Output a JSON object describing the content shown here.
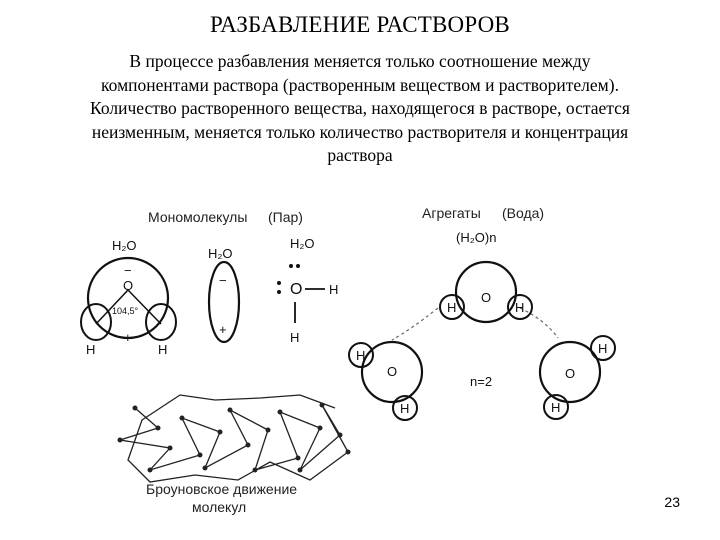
{
  "slide": {
    "title": "РАЗБАВЛЕНИЕ РАСТВОРОВ",
    "paragraph_lines": [
      "В процессе разбавления меняется только соотношение между",
      "компонентами раствора (растворенным веществом и растворителем).",
      "Количество растворенного вещества, находящегося в растворе, остается",
      "неизменным, меняется только количество растворителя и концентрация",
      "раствора"
    ],
    "page_number": "23"
  },
  "figure": {
    "monomolecules_label": "Мономолекулы",
    "vapor_label": "(Пар)",
    "aggregates_label": "Агрегаты",
    "water_label": "(Вода)",
    "water_formula": "H",
    "water_sub": "2",
    "water_o": "O",
    "formula_1": "H₂O",
    "formula_2": "H₂O",
    "formula_3": "H₂O",
    "formula_4": "(H₂O)n",
    "angle": "104,5°",
    "minus": "−",
    "plus": "+",
    "atom_h": "H",
    "atom_o": "O",
    "n_eq": "n=2",
    "brownian_line1": "Броуновское движение",
    "brownian_line2": "молекул"
  }
}
